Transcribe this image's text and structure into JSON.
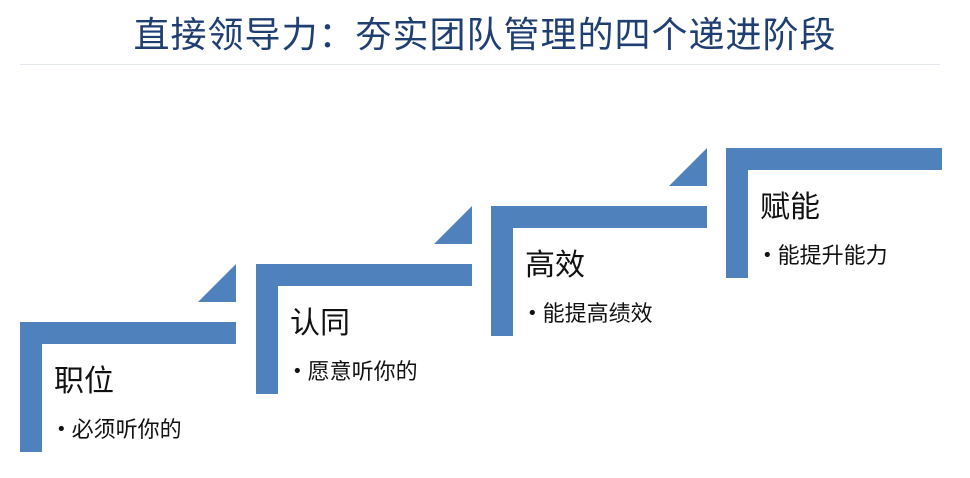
{
  "title": "直接领导力：夯实团队管理的四个递进阶段",
  "colors": {
    "title": "#1f3f73",
    "bars": "#4f81bd"
  },
  "stages": [
    {
      "title": "职位",
      "bullet": "必须听你的"
    },
    {
      "title": "认同",
      "bullet": "愿意听你的"
    },
    {
      "title": "高效",
      "bullet": "能提高绩效"
    },
    {
      "title": "赋能",
      "bullet": "能提升能力"
    }
  ]
}
